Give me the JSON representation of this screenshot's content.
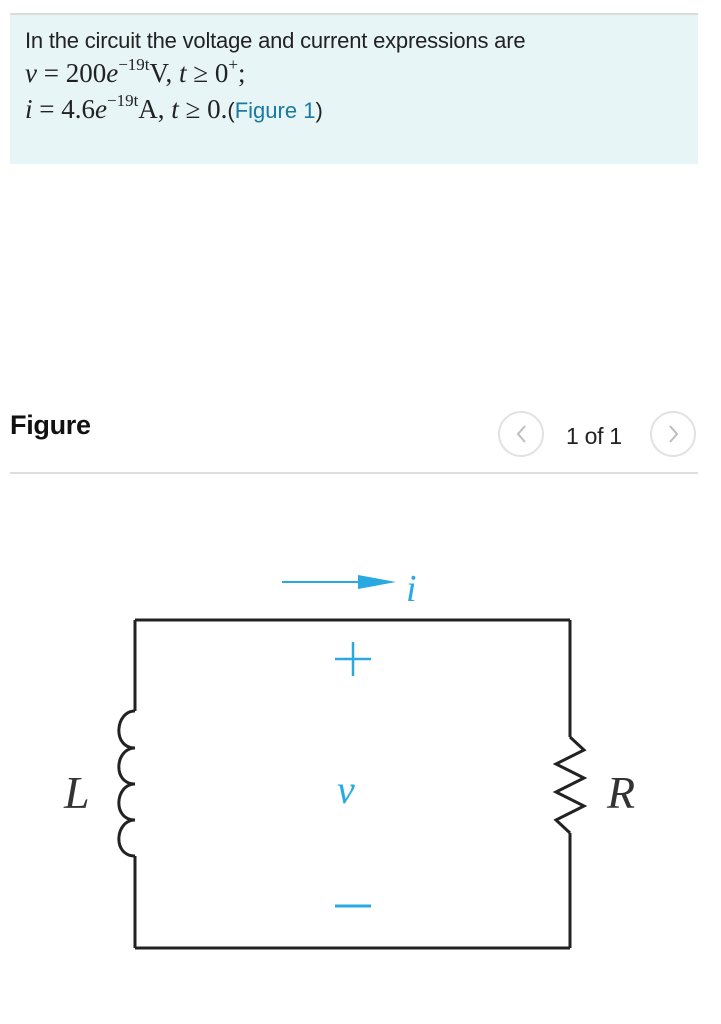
{
  "problem": {
    "intro_text": "In the circuit the voltage and current expressions are",
    "voltage_eq": {
      "var": "v",
      "equals": " = 200",
      "base": "e",
      "exponent": "−19t",
      "unit": "V, ",
      "cond_var": "t",
      "cond": " ≥ 0",
      "cond_sup": "+",
      "end": ";"
    },
    "current_eq": {
      "var": "i",
      "equals": " = 4.6",
      "base": "e",
      "exponent": "−19t",
      "unit": "A, ",
      "cond_var": "t",
      "cond": " ≥ 0.",
      "open_paren": "(",
      "figure_link": "Figure 1",
      "close_paren": ")"
    }
  },
  "figure": {
    "title": "Figure",
    "pagination": "1 of 1",
    "prev_icon": "chevron-left-icon",
    "next_icon": "chevron-right-icon"
  },
  "circuit": {
    "current_label": "i",
    "plus_label": "+",
    "voltage_label": "v",
    "minus_label": "−",
    "inductor_label": "L",
    "resistor_label": "R",
    "accent_color": "#29a9e1",
    "wire_color": "#222222"
  }
}
